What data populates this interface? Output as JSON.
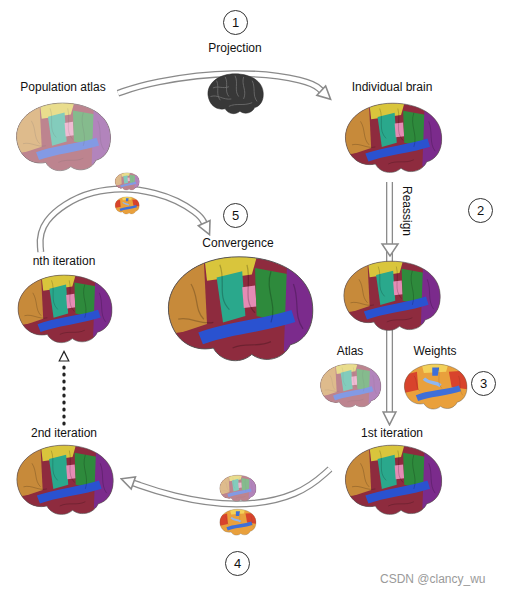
{
  "diagram": {
    "nodes": [
      {
        "text": [
          "Population atlas"
        ]
      },
      {
        "text": [
          "Individual brain"
        ]
      },
      {
        "text": [
          "1st iteration"
        ]
      },
      {
        "text": [
          "2nd iteration"
        ]
      },
      {
        "text": [
          "nth iteration"
        ]
      },
      {
        "text": [
          "Convergence"
        ]
      },
      {
        "text": [
          "Atlas"
        ]
      },
      {
        "text": [
          "Weights"
        ]
      },
      {
        "text": [
          "1"
        ]
      },
      {
        "text": [
          "2"
        ]
      },
      {
        "text": [
          "3"
        ]
      },
      {
        "text": [
          "4"
        ]
      },
      {
        "text": [
          "5"
        ]
      }
    ],
    "edges": [
      {
        "from": 0,
        "to": 1,
        "label": "Projection",
        "arrow": "to"
      },
      {
        "from": 1,
        "to": 2,
        "label": "Reassign",
        "arrow": "to"
      },
      {
        "from": 2,
        "to": 3,
        "arrow": "to"
      },
      {
        "from": 3,
        "to": 4,
        "arrow": "to"
      },
      {
        "from": 4,
        "to": 5,
        "arrow": "to"
      }
    ],
    "labels": [
      "CSDN @clancy_wu"
    ]
  }
}
